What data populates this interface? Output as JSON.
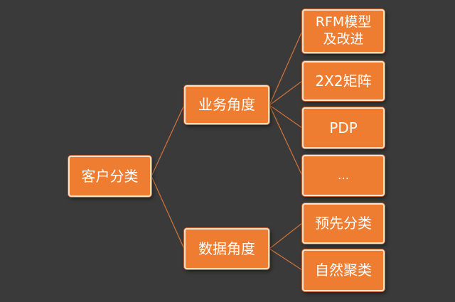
{
  "diagram": {
    "root": {
      "label": "客户分类"
    },
    "branches": [
      {
        "label": "业务角度",
        "children": [
          "RFM模型及改进",
          "2X2矩阵",
          "PDP",
          "…"
        ]
      },
      {
        "label": "数据角度",
        "children": [
          "预先分类",
          "自然聚类"
        ]
      }
    ]
  },
  "colors": {
    "background": "#3a3a3a",
    "node_fill": "#ee7d31",
    "node_border": "#fbe3d0",
    "connector": "#c8703a",
    "text": "#ffffff"
  }
}
